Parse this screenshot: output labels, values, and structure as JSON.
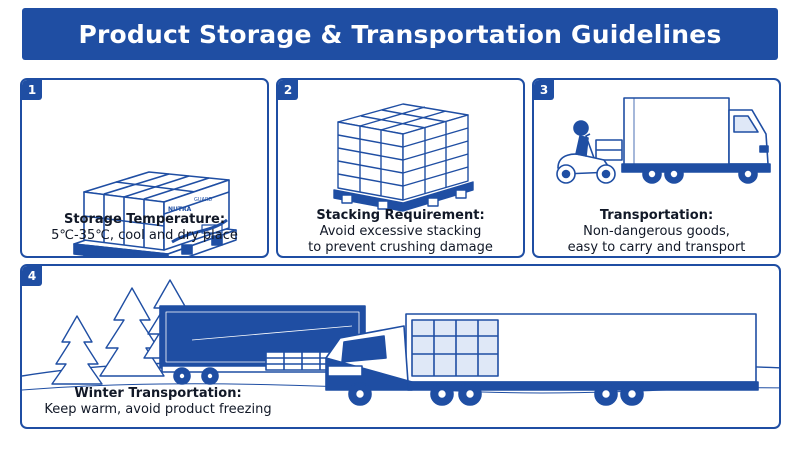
{
  "header": {
    "title": "Product Storage & Transportation Guidelines"
  },
  "panels": [
    {
      "number": "1",
      "heading": "Storage Temperature:",
      "lines": [
        "5℃-35℃, cool and dry place"
      ]
    },
    {
      "number": "2",
      "heading": "Stacking Requirement:",
      "lines": [
        "Avoid excessive stacking",
        "to prevent crushing damage"
      ]
    },
    {
      "number": "3",
      "heading": "Transportation:",
      "lines": [
        "Non-dangerous goods,",
        "easy to carry and transport"
      ]
    },
    {
      "number": "4",
      "heading": "Winter Transportation:",
      "lines": [
        "Keep warm, avoid product freezing"
      ]
    }
  ],
  "box_label": {
    "brand": "NUTRA",
    "tag": "GUARD"
  },
  "colors": {
    "primary": "#1f4ea3",
    "light": "#dfe8f7",
    "ink": "#111827"
  },
  "icons": [
    "pallet-box-icon",
    "stacked-pallet-icon",
    "moped-rider-icon",
    "delivery-truck-icon",
    "winter-trucks-icon"
  ]
}
